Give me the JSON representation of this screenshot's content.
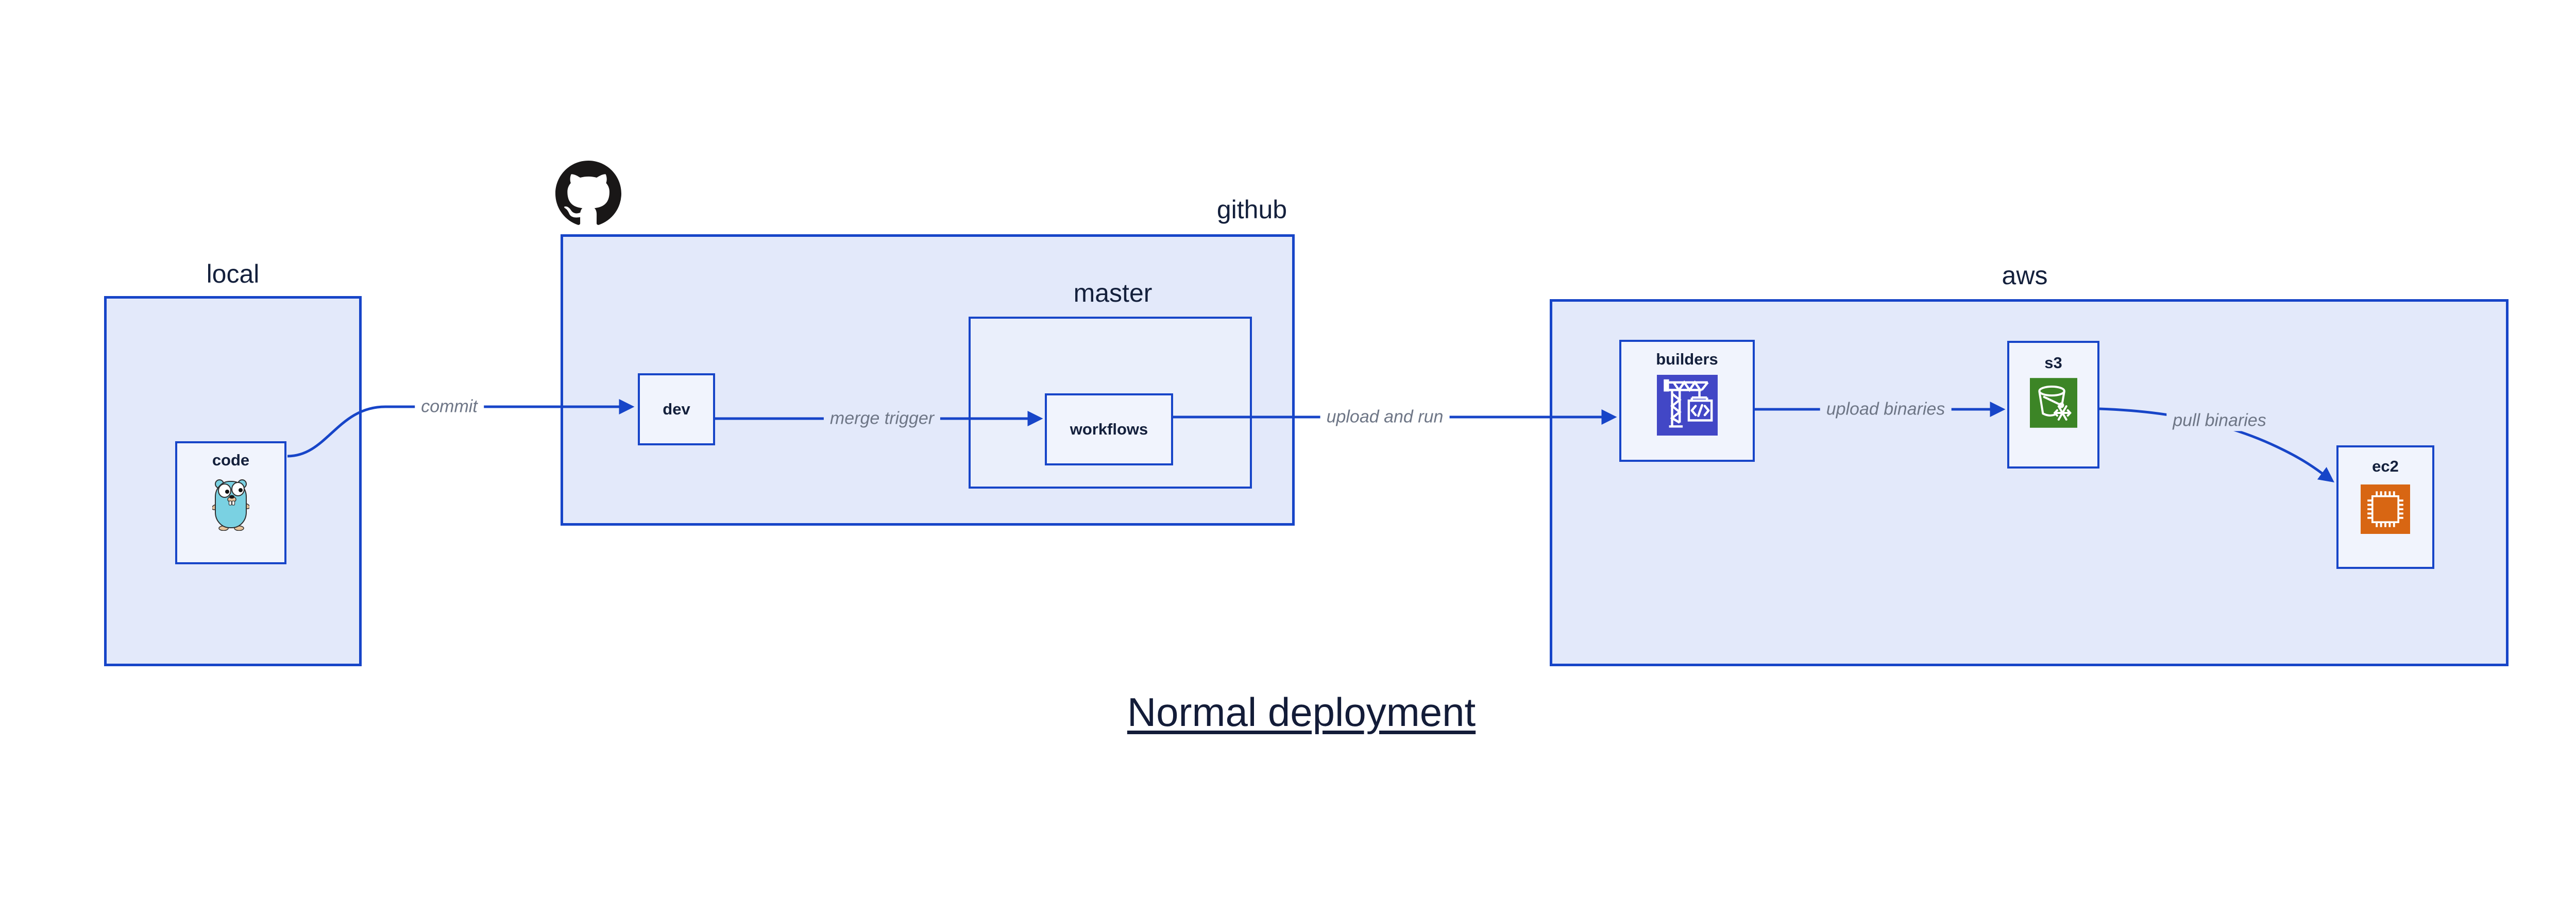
{
  "title": {
    "text": "Normal deployment"
  },
  "containers": {
    "local": {
      "label": "local"
    },
    "github": {
      "label": "github"
    },
    "master": {
      "label": "master"
    },
    "aws": {
      "label": "aws"
    }
  },
  "nodes": {
    "code": {
      "label": "code",
      "icon": "go-gopher-icon"
    },
    "dev": {
      "label": "dev"
    },
    "workflows": {
      "label": "workflows"
    },
    "builders": {
      "label": "builders",
      "icon": "codebuild-crane-icon"
    },
    "s3": {
      "label": "s3",
      "icon": "s3-bucket-snowflake-icon"
    },
    "ec2": {
      "label": "ec2",
      "icon": "ec2-chip-icon"
    }
  },
  "edges": [
    {
      "from": "code",
      "to": "dev",
      "label": "commit"
    },
    {
      "from": "dev",
      "to": "workflows",
      "label": "merge trigger"
    },
    {
      "from": "workflows",
      "to": "builders",
      "label": "upload and run"
    },
    {
      "from": "builders",
      "to": "s3",
      "label": "upload binaries"
    },
    {
      "from": "s3",
      "to": "ec2",
      "label": "pull binaries"
    }
  ],
  "icons": {
    "github_logo": "github-octocat-icon",
    "code": "go-gopher-icon",
    "builders": "codebuild-crane-icon",
    "s3": "s3-bucket-snowflake-icon",
    "ec2": "ec2-chip-icon"
  },
  "colors": {
    "edge_blue": "#1745c8",
    "container_fill": "#e3e9fa",
    "inner_container_fill": "#eaeffb",
    "node_fill": "#f1f4fd",
    "text_navy": "#14203c",
    "edge_label_gray": "#6e7686",
    "builders_icon_bg": "#4247c6",
    "s3_icon_bg": "#3c8526",
    "ec2_icon_bg": "#d86613",
    "gopher_body": "#7ad1e2",
    "github_logo_black": "#191717"
  }
}
